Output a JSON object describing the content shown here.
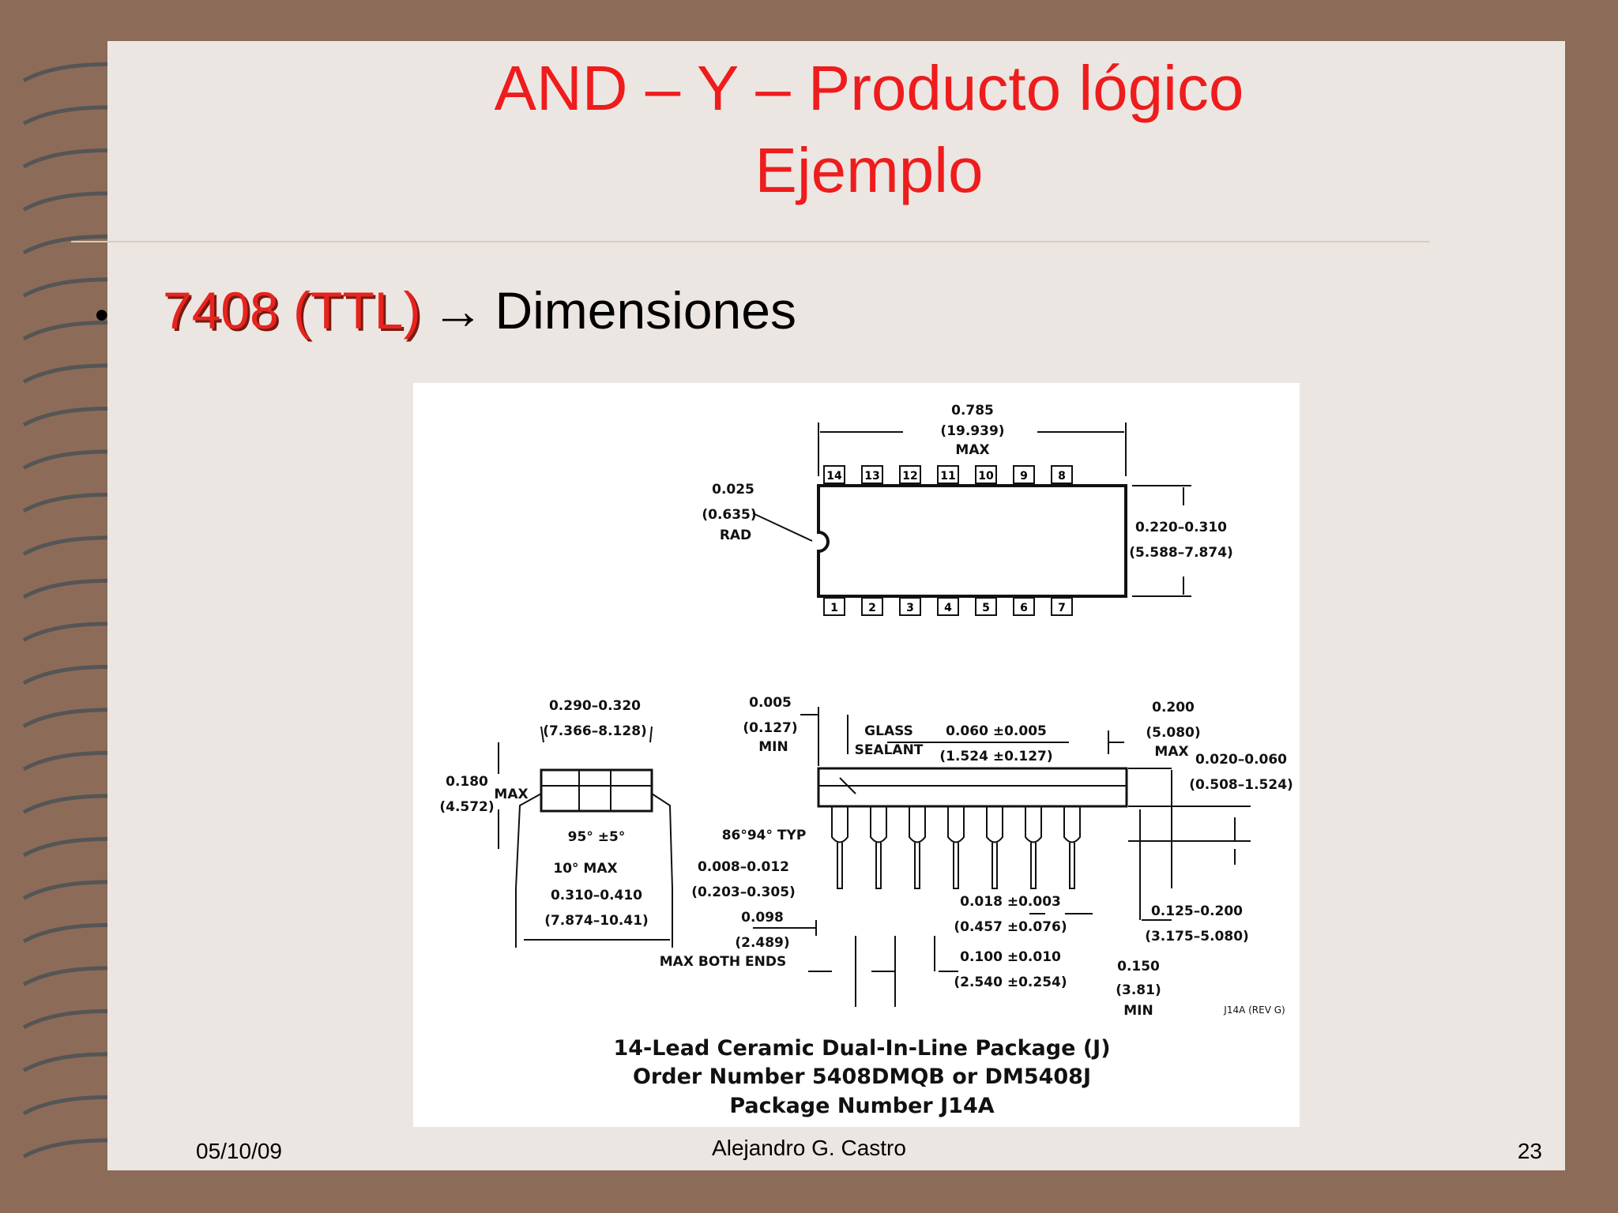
{
  "slide": {
    "title_line1": "AND – Y – Producto lógico",
    "title_line2": "Ejemplo",
    "bullet_symbol": "•",
    "bullet_link": "7408 (TTL)",
    "bullet_arrow": "→",
    "bullet_text": "Dimensiones"
  },
  "diagram": {
    "top_width": "0.785",
    "top_width_mm": "(19.939)",
    "top_width_max": "MAX",
    "top_pins": [
      "14",
      "13",
      "12",
      "11",
      "10",
      "9",
      "8"
    ],
    "bottom_pins": [
      "1",
      "2",
      "3",
      "4",
      "5",
      "6",
      "7"
    ],
    "rad": "0.025",
    "rad_mm": "(0.635)",
    "rad_label": "RAD",
    "body_height": "0.220–0.310",
    "body_height_mm": "(5.588–7.874)",
    "side_width": "0.290–0.320",
    "side_width_mm": "(7.366–8.128)",
    "side_height": "0.180",
    "side_height_mm": "(4.572)",
    "side_height_max": "MAX",
    "angle1": "95° ±5°",
    "angle2": "10° MAX",
    "lead_span": "0.310–0.410",
    "lead_span_mm": "(7.874–10.41)",
    "gap": "0.005",
    "gap_mm": "(0.127)",
    "gap_min": "MIN",
    "glass_label1": "GLASS",
    "glass_label2": "SEALANT",
    "lead_width": "0.060 ±0.005",
    "lead_width_mm": "(1.524 ±0.127)",
    "max_height": "0.200",
    "max_height_mm": "(5.080)",
    "max_height_max": "MAX",
    "seat": "0.020–0.060",
    "seat_mm": "(0.508–1.524)",
    "angle3": "86°94° TYP",
    "thick": "0.008–0.012",
    "thick_mm": "(0.203–0.305)",
    "ends": "0.098",
    "ends_mm": "(2.489)",
    "ends_label": "MAX BOTH ENDS",
    "pin_w": "0.018 ±0.003",
    "pin_w_mm": "(0.457 ±0.076)",
    "pitch": "0.100 ±0.010",
    "pitch_mm": "(2.540 ±0.254)",
    "lead_len": "0.125–0.200",
    "lead_len_mm": "(3.175–5.080)",
    "min_len": "0.150",
    "min_len_mm": "(3.81)",
    "min_len_min": "MIN",
    "rev": "J14A (REV G)",
    "caption1": "14-Lead Ceramic Dual-In-Line Package (J)",
    "caption2": "Order Number 5408DMQB or DM5408J",
    "caption3": "Package Number J14A"
  },
  "footer": {
    "date": "05/10/09",
    "author": "Alejandro G. Castro",
    "page": "23"
  }
}
